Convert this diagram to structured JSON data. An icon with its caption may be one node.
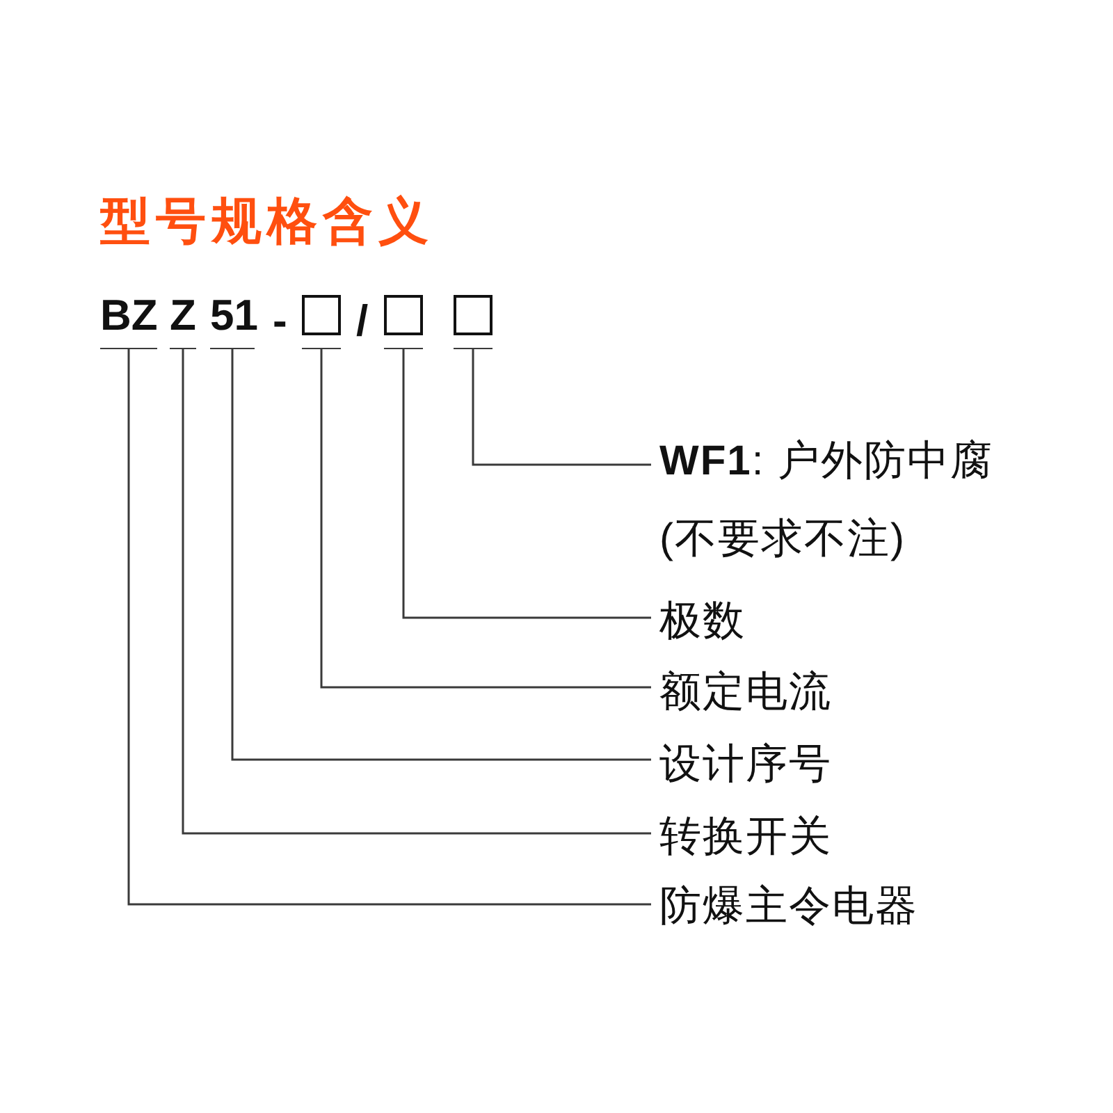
{
  "diagram": {
    "title": "型号规格含义",
    "nodes": [
      {
        "text": [
          "BZ"
        ]
      },
      {
        "text": [
          "Z"
        ]
      },
      {
        "text": [
          "51"
        ]
      },
      {
        "text": [],
        "shape": "box"
      },
      {
        "text": [],
        "shape": "box"
      },
      {
        "text": [],
        "shape": "box"
      },
      {
        "text": [
          "**WF1**: 户外防中腐",
          "(不要求不注)"
        ]
      },
      {
        "text": [
          "极数"
        ]
      },
      {
        "text": [
          "额定电流"
        ]
      },
      {
        "text": [
          "设计序号"
        ]
      },
      {
        "text": [
          "转换开关"
        ]
      },
      {
        "text": [
          "防爆主令电器"
        ]
      }
    ],
    "edges": [
      {
        "from": 5,
        "to": 6,
        "arrow": "none"
      },
      {
        "from": 4,
        "to": 7,
        "arrow": "none"
      },
      {
        "from": 3,
        "to": 8,
        "arrow": "none"
      },
      {
        "from": 2,
        "to": 9,
        "arrow": "none"
      },
      {
        "from": 1,
        "to": 10,
        "arrow": "none"
      },
      {
        "from": 0,
        "to": 11,
        "arrow": "none"
      }
    ],
    "labels": [
      "-",
      "/"
    ]
  }
}
